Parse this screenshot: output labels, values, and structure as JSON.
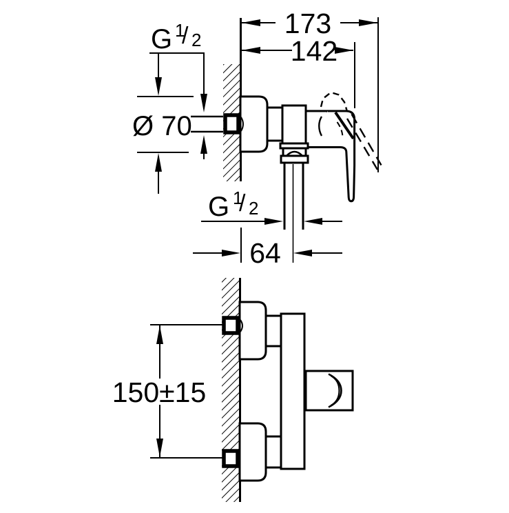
{
  "page": {
    "background": "#ffffff",
    "line_color": "#000000",
    "description": "Technical installation dimension drawing of a wall-mounted single-lever shower mixer, top view and front view"
  },
  "top_view": {
    "dim_overall_depth": "173",
    "dim_depth_to_handle": "142",
    "dim_escutcheon_diameter": "Ø 70",
    "dim_outlet_offset": "64",
    "inlet_thread": {
      "letter": "G",
      "numerator": "1",
      "slash": "/",
      "denominator": "2"
    },
    "outlet_thread": {
      "letter": "G",
      "numerator": "1",
      "slash": "/",
      "denominator": "2"
    }
  },
  "front_view": {
    "dim_inlet_spacing": "150±15"
  }
}
